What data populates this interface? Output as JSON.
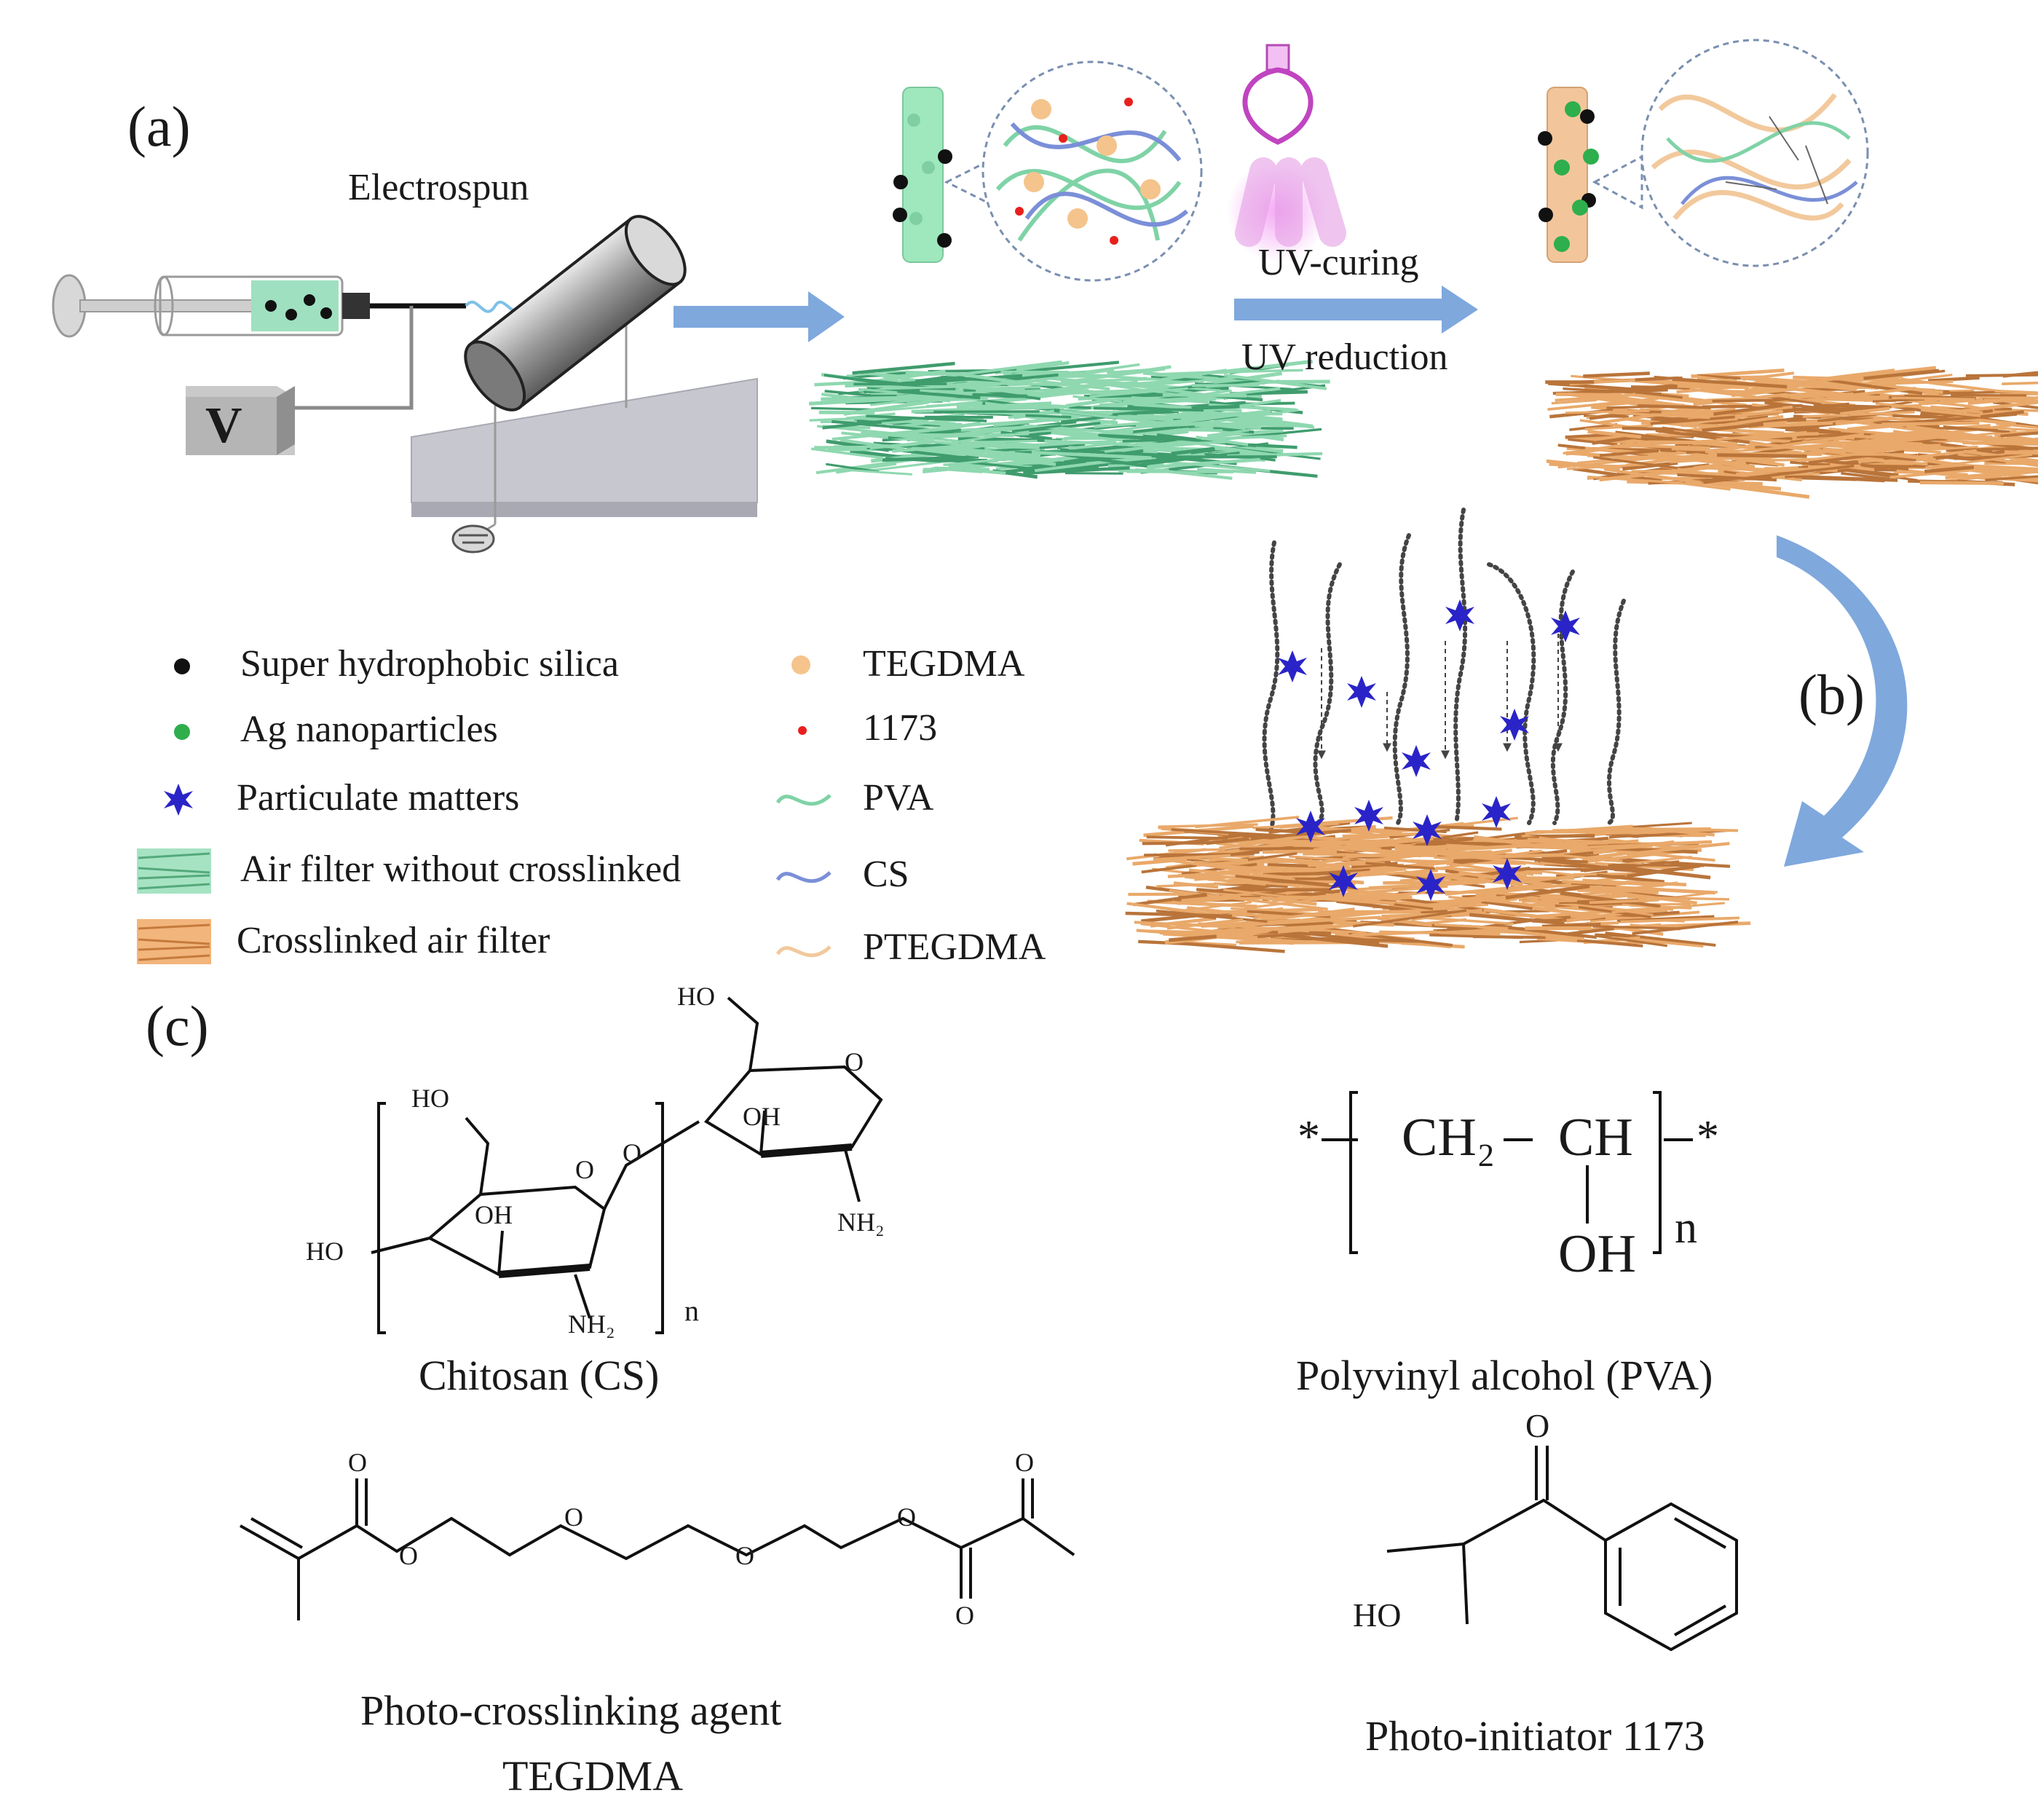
{
  "panels": {
    "a": "(a)",
    "b": "(b)",
    "c": "(c)"
  },
  "steps": {
    "electrospun": "Electrospun",
    "uv_curing": "UV-curing",
    "uv_reduction": "UV reduction",
    "voltage": "V"
  },
  "legend": {
    "left": [
      {
        "label": "Super hydrophobic silica",
        "icon": "black-dot",
        "color": "#111111"
      },
      {
        "label": "Ag nanoparticles",
        "icon": "green-dot",
        "color": "#2fae4e"
      },
      {
        "label": "Particulate matters",
        "icon": "blue-star",
        "color": "#2a24c8"
      },
      {
        "label": "Air filter without crosslinked",
        "icon": "green-mat",
        "color": "#8fd8b0"
      },
      {
        "label": "Crosslinked air filter",
        "icon": "orange-mat",
        "color": "#e9a96a"
      }
    ],
    "right": [
      {
        "label": "TEGDMA",
        "icon": "peach-dot",
        "color": "#f4c48c"
      },
      {
        "label": "1173",
        "icon": "red-dot",
        "color": "#e8201c"
      },
      {
        "label": "PVA",
        "icon": "green-wave",
        "color": "#7fd3a6"
      },
      {
        "label": "CS",
        "icon": "blue-wave",
        "color": "#7b8fd8"
      },
      {
        "label": "PTEGDMA",
        "icon": "peach-wave",
        "color": "#f2c99c"
      }
    ]
  },
  "structures": {
    "chitosan": {
      "caption": "Chitosan (CS)",
      "labels": {
        "ho_top": "HO",
        "ho_mid": "HO",
        "ho_left": "HO",
        "oh1": "OH",
        "oh2": "OH",
        "o_ring1": "O",
        "o_ring2": "O",
        "o_link": "O",
        "nh2_1": "NH₂",
        "nh2_2": "NH₂",
        "n": "n"
      }
    },
    "pva": {
      "caption": "Polyvinyl alcohol (PVA)",
      "labels": {
        "star_l": "*",
        "star_r": "*",
        "ch2": "CH₂",
        "ch": "CH",
        "oh": "OH",
        "n": "n"
      }
    },
    "tegdma": {
      "caption_line1": "Photo-crosslinking agent",
      "caption_line2": "TEGDMA",
      "labels": {
        "o": "O"
      }
    },
    "initiator": {
      "caption": "Photo-initiator 1173",
      "labels": {
        "o": "O",
        "ho": "HO"
      }
    }
  },
  "colors": {
    "arrow": "#7fa8dd",
    "green_fiber": "#8fd8b0",
    "orange_fiber": "#e9a96a",
    "pm": "#2a24c8",
    "uv_glow": "#e06fe0"
  }
}
